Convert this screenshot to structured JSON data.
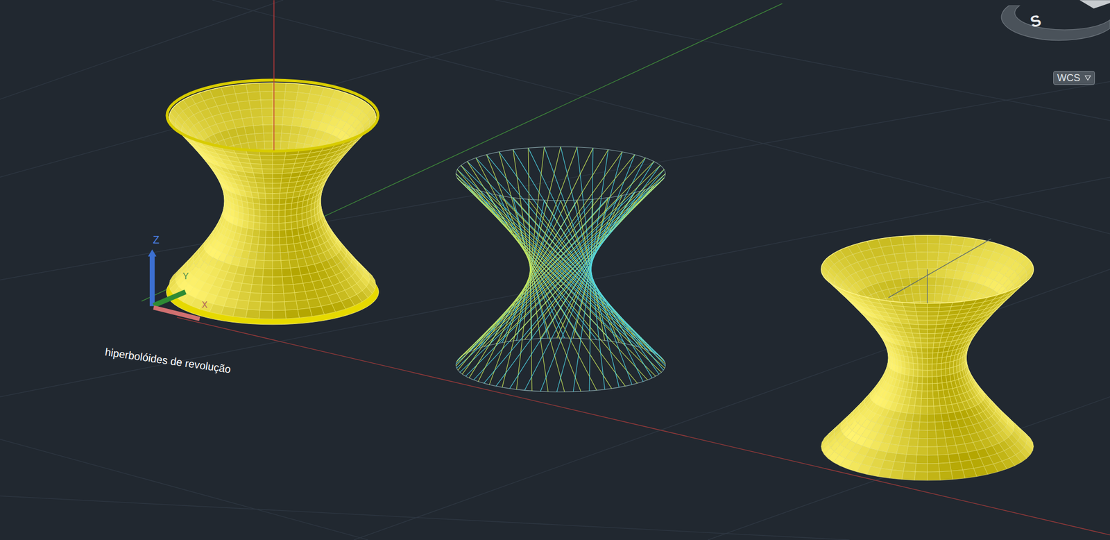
{
  "diagram": {
    "nodes": [
      {
        "text": [
          "WCS"
        ]
      }
    ],
    "labels": [
      "hiperbolóides de revolução",
      "S",
      "Z",
      "Y",
      "X"
    ]
  }
}
